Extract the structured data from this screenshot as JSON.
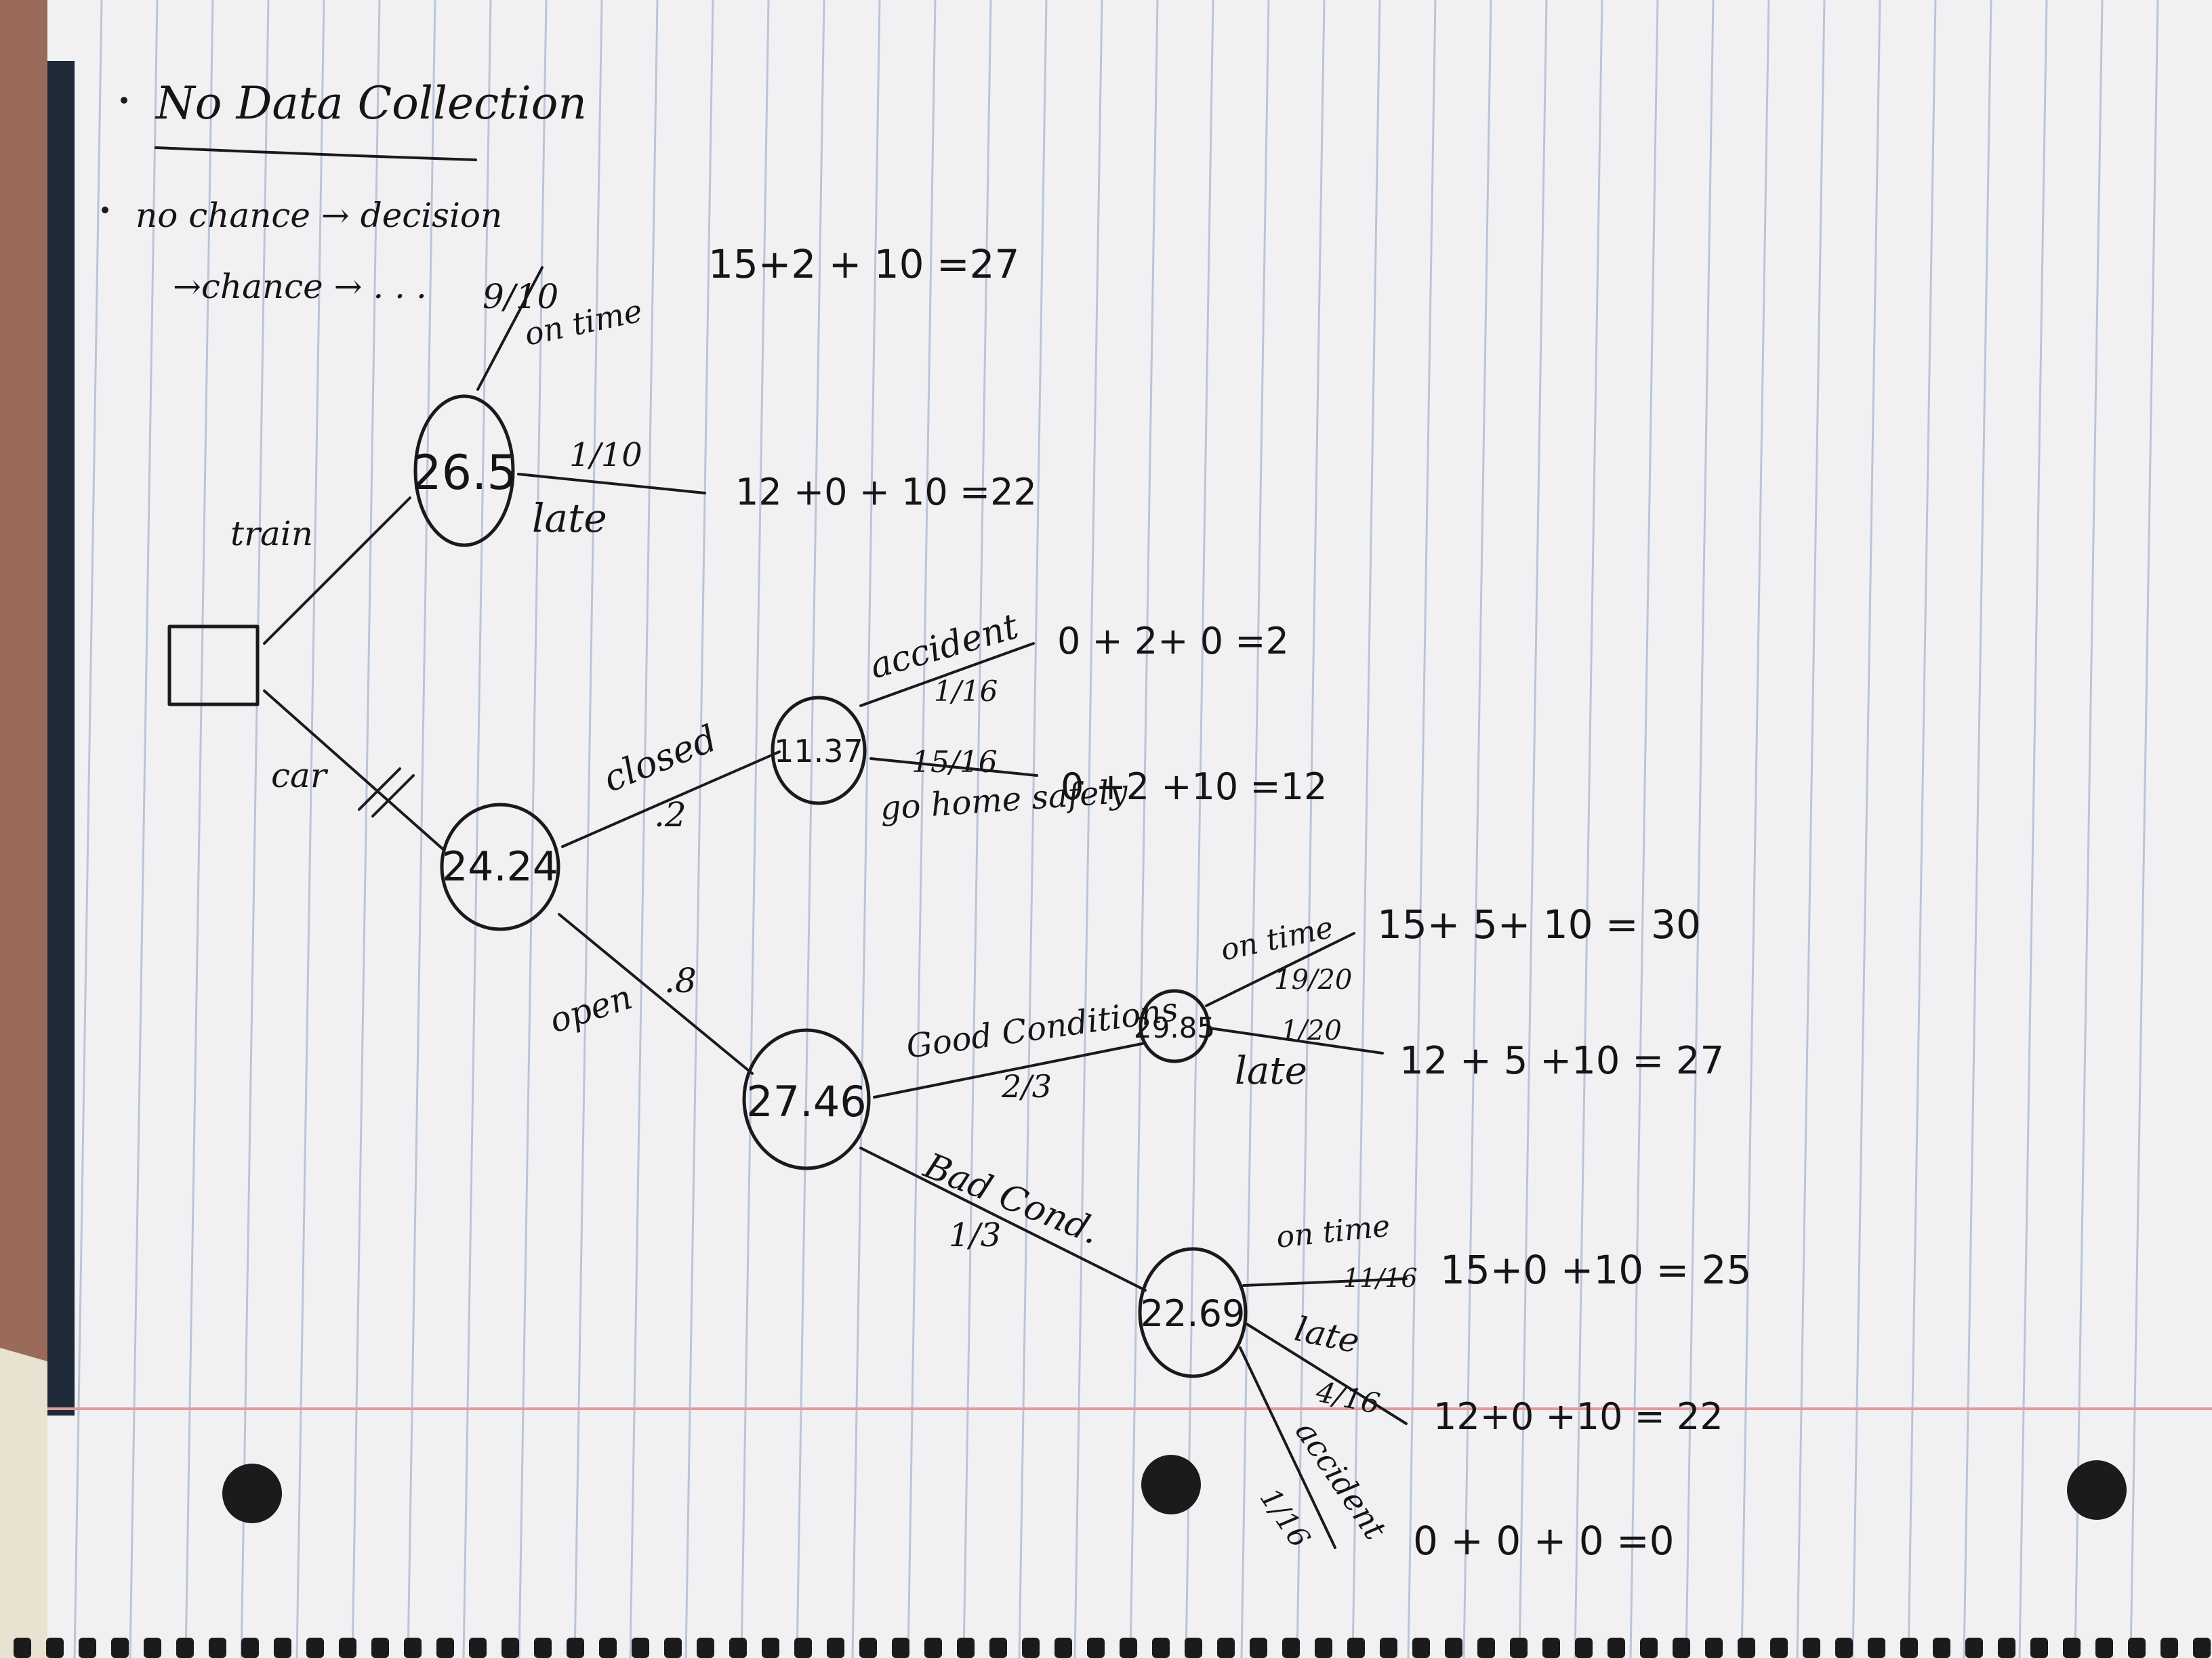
{
  "header": {
    "title": "No Data Collection",
    "note_line1": "no chance → decision",
    "note_line2": "→chance → . . ."
  },
  "decision_node": {
    "symbol": "square",
    "options": [
      "train",
      "car"
    ]
  },
  "nodes": {
    "train": "26.5",
    "car": "24.24",
    "closed": "11.37",
    "open": "27.46",
    "good": "29.85",
    "bad": "22.69"
  },
  "branches": {
    "train": "train",
    "car": "car",
    "train_on_time_prob": "9/10",
    "train_on_time": "on time",
    "train_late_prob": "1/10",
    "train_late": "late",
    "closed": "closed",
    "closed_prob": ".2",
    "open": "open",
    "open_prob": ".8",
    "closed_accident": "accident",
    "closed_accident_prob": "1/16",
    "closed_safe_prob": "15/16",
    "closed_safe": "go home safely",
    "good": "Good Conditions",
    "good_prob": "2/3",
    "bad": "Bad Cond.",
    "bad_prob": "1/3",
    "good_on_time": "on time",
    "good_on_time_prob": "19/20",
    "good_late_prob": "1/20",
    "good_late": "late",
    "bad_on_time": "on time",
    "bad_on_time_prob": "11/16",
    "bad_late": "late",
    "bad_late_prob": "4/16",
    "bad_accident": "accident",
    "bad_accident_prob": "1/16"
  },
  "payoffs": {
    "train_on_time": "15+2 + 10 =27",
    "train_late": "12 +0 + 10 =22",
    "closed_accident": "0 + 2+ 0 =2",
    "closed_safe": "0 +2 +10 =12",
    "good_on_time": "15+ 5+ 10 = 30",
    "good_late": "12 + 5 +10 = 27",
    "bad_on_time": "15+0 +10 = 25",
    "bad_late": "12+0 +10 = 22",
    "bad_accident": "0 + 0 + 0 =0"
  }
}
